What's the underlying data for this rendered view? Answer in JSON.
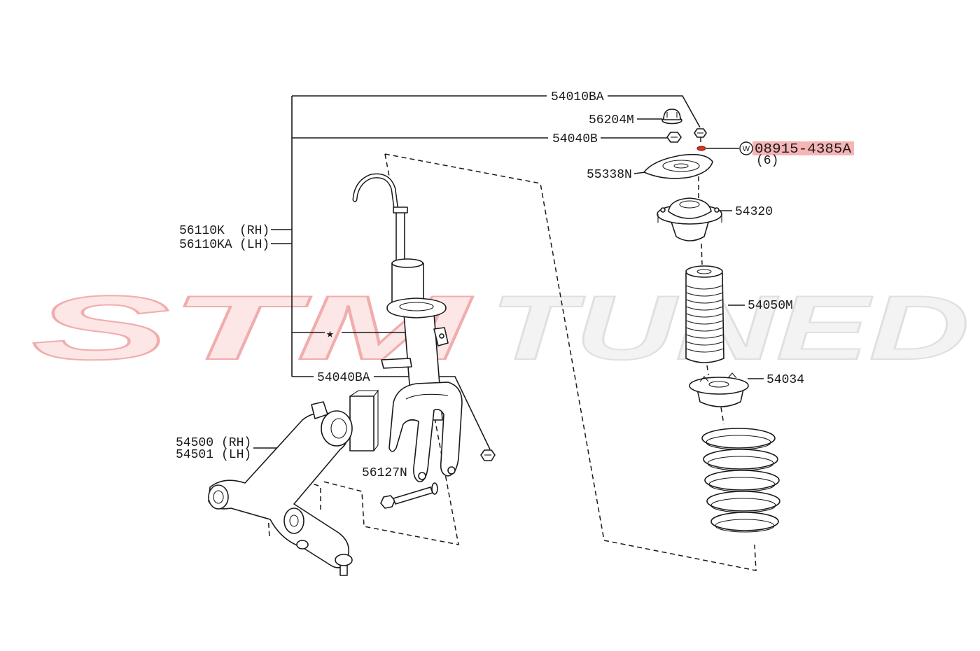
{
  "watermark": {
    "brand_red": "STM",
    "brand_gray": "TUNED"
  },
  "colors": {
    "line": "#1a1a1a",
    "highlight": "#f6b4b4",
    "washer": "#e0301e",
    "watermark_red_fill": "#fde6e6",
    "watermark_red_stroke": "#f1adad",
    "watermark_gray_fill": "#f3f3f3",
    "watermark_gray_stroke": "#e0e0e0"
  },
  "labels": {
    "p54010BA": "54010BA",
    "p56204M": "56204M",
    "p54040B": "54040B",
    "washer_symbol": "W",
    "washer_part": "08915-4385A",
    "washer_qty": "(6)",
    "p55338N": "55338N",
    "p54320": "54320",
    "strut_rh": "56110K",
    "strut_rh_side": "(RH)",
    "strut_lh": "56110KA",
    "strut_lh_side": "(LH)",
    "star": "★",
    "p54040BA": "54040BA",
    "p54050M": "54050M",
    "p54034": "54034",
    "arm_rh": "54500",
    "arm_rh_side": "(RH)",
    "arm_lh": "54501",
    "arm_lh_side": "(LH)",
    "p56127N": "56127N"
  }
}
